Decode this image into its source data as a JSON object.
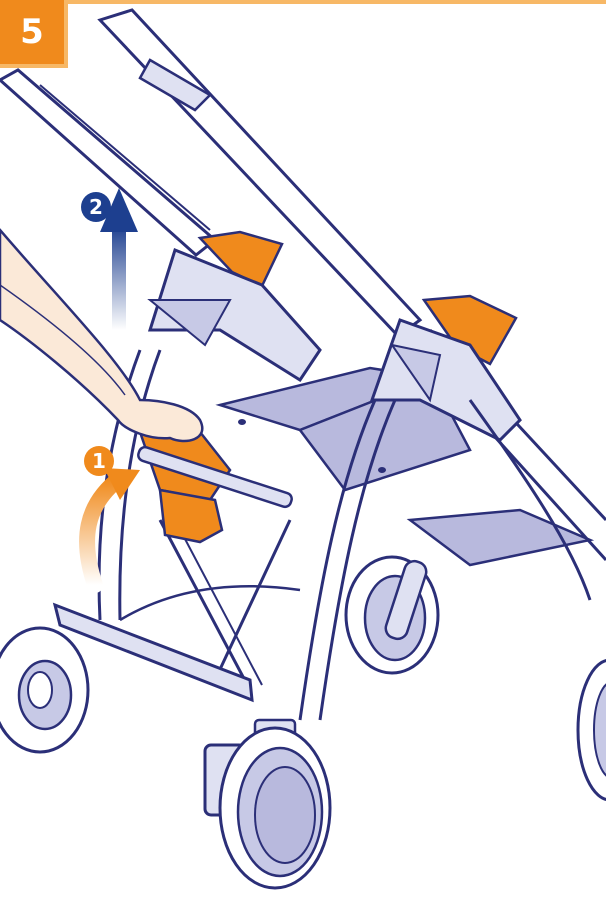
{
  "step": {
    "number": "5"
  },
  "callouts": [
    {
      "label": "1",
      "color": "#f08a1c",
      "action": "lift-handle"
    },
    {
      "label": "2",
      "color": "#1d3f8f",
      "action": "pull-up"
    }
  ],
  "colors": {
    "accent": "#f08a1c",
    "accent_light": "#f7b866",
    "frame_fill": "#dfe1f2",
    "frame_stroke": "#2b2f78",
    "seat_fill": "#b8b9dd",
    "skin": "#fbe9d8",
    "arrow_blue": "#1d3f8f"
  },
  "icons": {
    "arrow_up": "arrow-up-icon",
    "rotate_arrow": "curved-arrow-icon"
  }
}
